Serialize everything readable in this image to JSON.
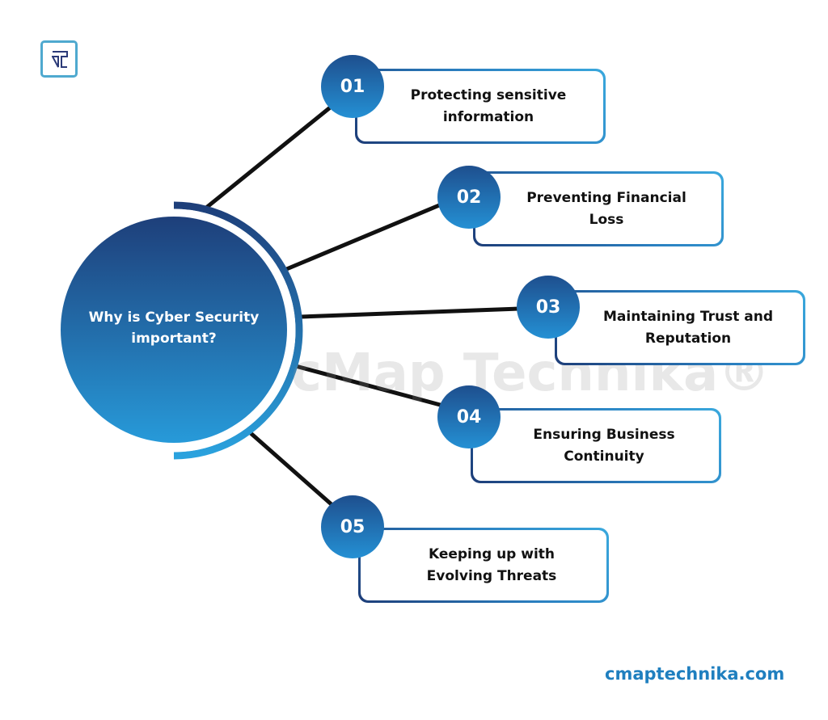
{
  "center": {
    "title": "Why is Cyber Security important?"
  },
  "items": [
    {
      "number": "01",
      "label": "Protecting sensitive information"
    },
    {
      "number": "02",
      "label": "Preventing Financial Loss"
    },
    {
      "number": "03",
      "label": "Maintaining Trust and Reputation"
    },
    {
      "number": "04",
      "label": "Ensuring Business Continuity"
    },
    {
      "number": "05",
      "label": "Keeping up with Evolving Threats"
    }
  ],
  "watermark": "cMap Technika®",
  "footer": {
    "site": "cmaptechnika.com"
  },
  "logo": {
    "letter": "T"
  },
  "colors": {
    "navy": "#1e4f8e",
    "blue": "#2490d4",
    "link": "#1f7fbf"
  }
}
